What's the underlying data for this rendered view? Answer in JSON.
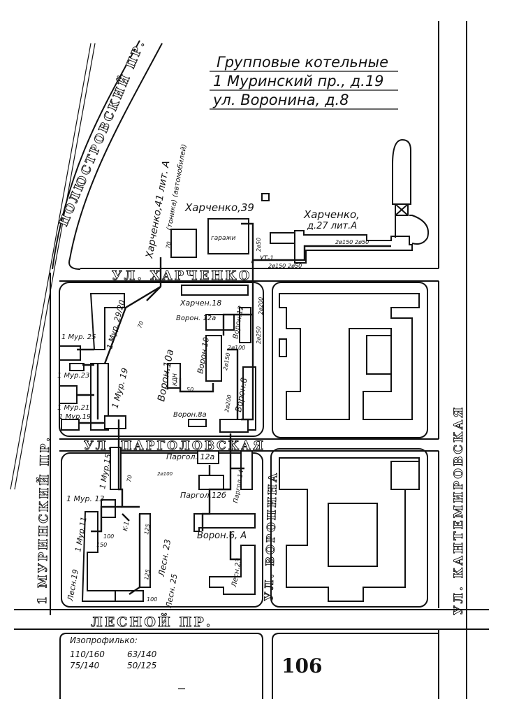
{
  "title": {
    "line1": "Групповые котельные",
    "line2": "1 Муринский пр., д.19",
    "line3": "ул. Воронина, д.8"
  },
  "streets": {
    "polyustrovsky": "ПОЛЮСТРОВСКИЙ ПР.",
    "kharchenko": "УЛ. ХАРЧЕНКО",
    "pargolovskaya": "УЛ. ПАРГОЛОВСКАЯ",
    "murinsky": "1 МУРИНСКИЙ ПР.",
    "lesnoy": "ЛЕСНОЙ ПР.",
    "voronina": "УЛ. ВОРОНИНА",
    "kantemirovskaya": "УЛ. КАНТЕМИРОВСКАЯ"
  },
  "buildings": {
    "kharchenko_39": "Харченко,39",
    "kharchenko_41": "Харченко,41 лит. А",
    "kharchenko_41_note": "(тоника) (автомобилей)",
    "garages": "гаражи",
    "kharchenko_27": "Харченко,",
    "kharchenko_27b": "д.27 лит.А",
    "ut1": "УТ-1",
    "kharchenko_18": "Харчен.18",
    "voron_12a": "Ворон. 12а",
    "voron_12": "Ворон.12",
    "voron_10": "Ворон.10",
    "voron_10a": "Ворон.10а",
    "voron_8": "Ворон.8",
    "voron_8a": "Ворон.8а",
    "kdn": "КДН",
    "mur_25": "1 Мур. 25",
    "mur_23": "1 Мур.23",
    "mur_21": "1 Мур.21",
    "mur_19_1": "1 Мур.19",
    "mur_19": "1 Мур. 19",
    "mur_29_20": "1 Мур. 29/20",
    "mur_15": "1 Мур.15",
    "mur_13": "1 Мур. 13",
    "mur_11": "1 Мур.11",
    "lesn_19": "Лесн.19",
    "lesn_23": "Лесн. 23",
    "lesn_25": "Лесн. 25",
    "pargol_12a": "Паргол. 12а",
    "pargol_12b": "Паргол.12б",
    "pargol_14": "Паргол.14",
    "voron_6a": "Ворон.6, А",
    "lesn_23r": "Лесн.23"
  },
  "pipes": {
    "p1": "2ø50",
    "p2": "2ø150",
    "p3": "2ø50",
    "p4": "2ø150",
    "p5": "2ø50",
    "p6": "70",
    "p7": "2ø200",
    "p8": "2ø150",
    "p9": "2ø100",
    "p10": "2ø250",
    "p11": "2ø200",
    "p12": "70",
    "p13": "50",
    "p14": "100",
    "p15": "100",
    "p16": "70",
    "p17": "125",
    "p18": "125",
    "p19": "150",
    "p20": "K-1",
    "p21": "2ø100"
  },
  "legend": {
    "heading": "Изопрофилько:",
    "v1": "110/160",
    "v2": "63/140",
    "v3": "75/140",
    "v4": "50/125"
  },
  "page_number": "106"
}
